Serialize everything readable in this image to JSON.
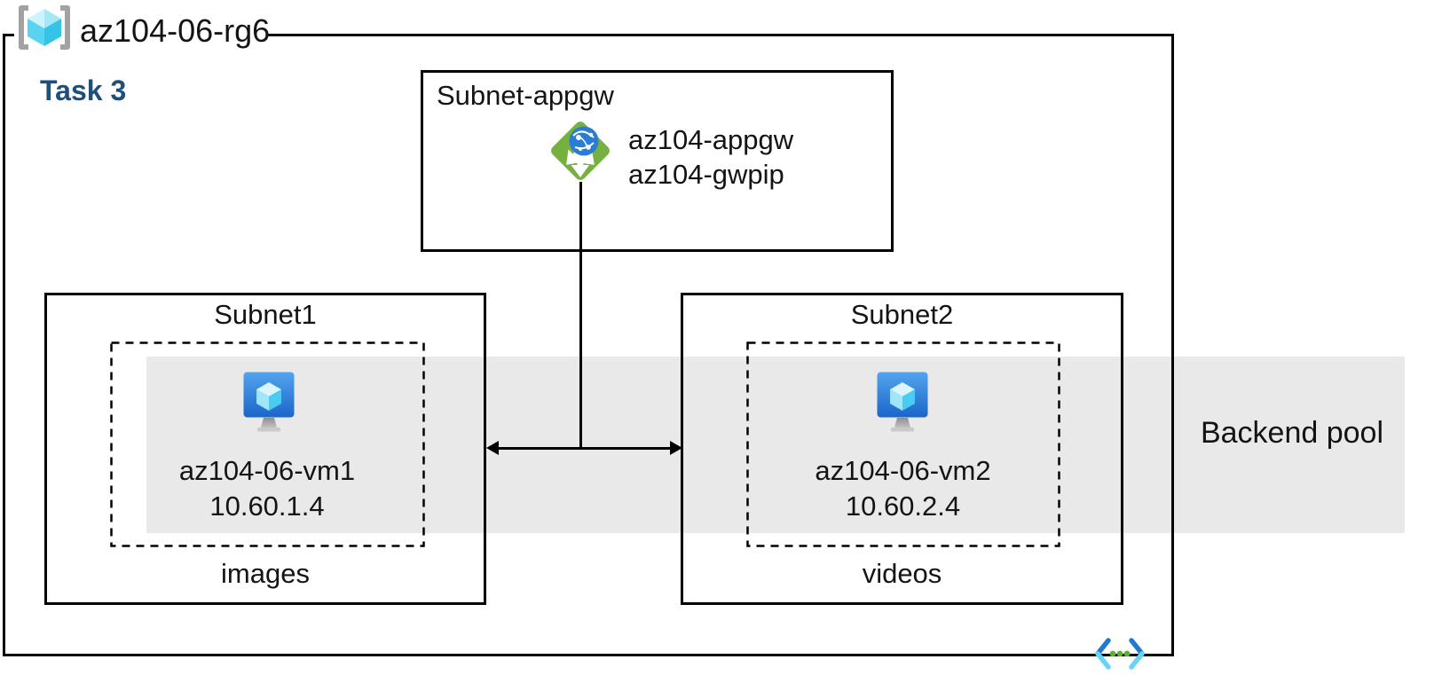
{
  "resource_group": {
    "name": "az104-06-rg6"
  },
  "task": {
    "label": "Task 3"
  },
  "appgw_subnet": {
    "title": "Subnet-appgw",
    "gateway_name": "az104-appgw",
    "public_ip_name": "az104-gwpip"
  },
  "subnet1": {
    "title": "Subnet1",
    "vm_name": "az104-06-vm1",
    "vm_ip": "10.60.1.4",
    "container_label": "images"
  },
  "subnet2": {
    "title": "Subnet2",
    "vm_name": "az104-06-vm2",
    "vm_ip": "10.60.2.4",
    "container_label": "videos"
  },
  "backend_pool": {
    "label": "Backend pool"
  },
  "icons": {
    "resource_group": "resource-group-icon",
    "application_gateway": "application-gateway-icon",
    "virtual_machine": "virtual-machine-icon",
    "virtual_network": "virtual-network-icon"
  },
  "colors": {
    "task_label_blue": "#1f4e79",
    "backend_pool_band_gray": "#e9e9e9",
    "application_gateway_green": "#76b041",
    "globe_blue": "#2b7cd3",
    "vm_screen_blue_top": "#53a4ef",
    "vm_screen_blue_bottom": "#1b66c9",
    "cube_cyan": "#49ccf1",
    "vnet_chevron_blue": "#2379cd",
    "vnet_chevron_cyan": "#66d4f6",
    "vnet_dot_green": "#5cb22e",
    "diagram_line": "#000000"
  }
}
